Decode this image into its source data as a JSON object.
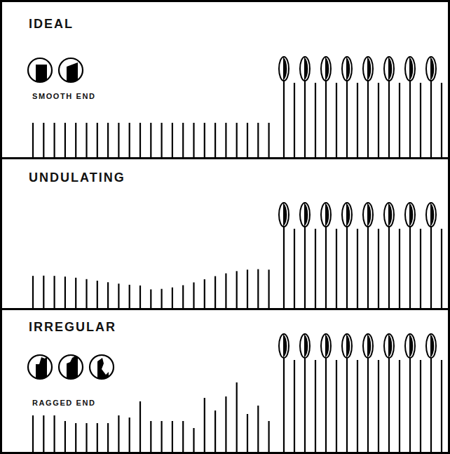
{
  "diagram": {
    "nodes": [
      {
        "text": [
          "IDEAL",
          "SMOOTH END"
        ]
      },
      {
        "text": [
          "UNDULATING"
        ]
      },
      {
        "text": [
          "IRREGULAR",
          "RAGGED END"
        ]
      }
    ]
  }
}
